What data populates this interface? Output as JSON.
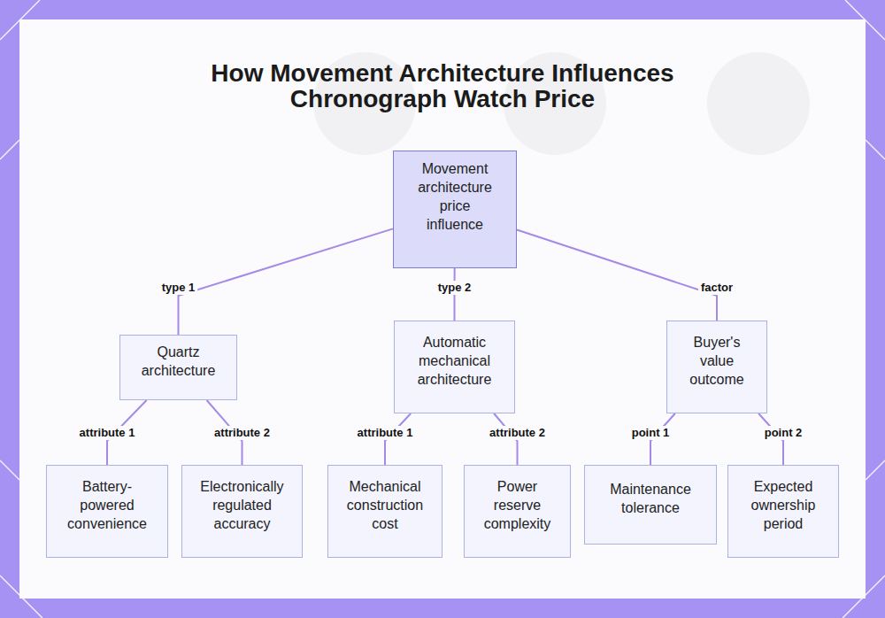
{
  "diagram": {
    "title": "How Movement Architecture Influences Chronograph Watch Price",
    "nodes": [
      {
        "text": [
          "Movement architecture price influence"
        ]
      },
      {
        "text": [
          "Quartz architecture"
        ]
      },
      {
        "text": [
          "Automatic mechanical architecture"
        ]
      },
      {
        "text": [
          "Buyer's value outcome"
        ]
      },
      {
        "text": [
          "Battery-powered convenience"
        ]
      },
      {
        "text": [
          "Electronically regulated accuracy"
        ]
      },
      {
        "text": [
          "Mechanical construction cost"
        ]
      },
      {
        "text": [
          "Power reserve complexity"
        ]
      },
      {
        "text": [
          "Maintenance tolerance"
        ]
      },
      {
        "text": [
          "Expected ownership period"
        ]
      }
    ],
    "edges": [
      {
        "from": 0,
        "to": 1,
        "arrow": "none",
        "label": "type 1"
      },
      {
        "from": 0,
        "to": 2,
        "arrow": "none",
        "label": "type 2"
      },
      {
        "from": 0,
        "to": 3,
        "arrow": "none",
        "label": "factor"
      },
      {
        "from": 1,
        "to": 4,
        "arrow": "none",
        "label": "attribute 1"
      },
      {
        "from": 1,
        "to": 5,
        "arrow": "none",
        "label": "attribute 2"
      },
      {
        "from": 2,
        "to": 6,
        "arrow": "none",
        "label": "attribute 1"
      },
      {
        "from": 2,
        "to": 7,
        "arrow": "none",
        "label": "attribute 2"
      },
      {
        "from": 3,
        "to": 8,
        "arrow": "none",
        "label": "point 1"
      },
      {
        "from": 3,
        "to": 9,
        "arrow": "none",
        "label": "point 2"
      }
    ]
  }
}
